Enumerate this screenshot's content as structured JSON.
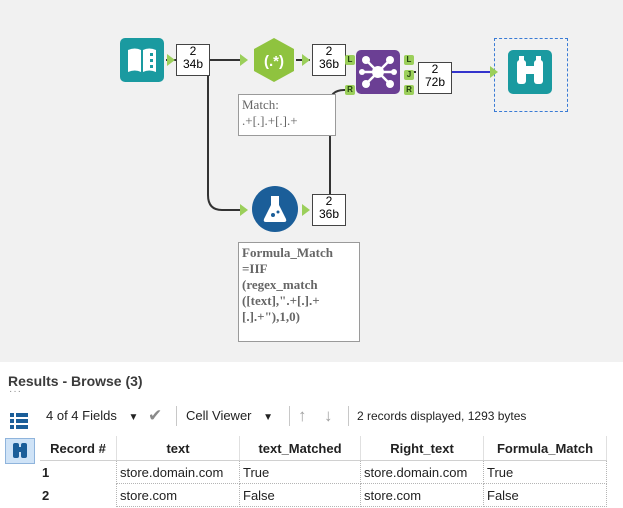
{
  "canvas": {
    "input_count": {
      "records": "2",
      "size": "34b"
    },
    "regex_count": {
      "records": "2",
      "size": "36b"
    },
    "formula_count": {
      "records": "2",
      "size": "36b"
    },
    "join_count": {
      "records": "2",
      "size": "72b"
    },
    "regex_annotation": "Match:\n.+[.].+[.].+",
    "formula_annotation": "Formula_Match\n=IIF\n(regex_match\n([text],\".+[.].+\n[.].+\"),1,0)",
    "join_anchor_L_in": "L",
    "join_anchor_R_in": "R",
    "join_anchor_L_out": "L",
    "join_anchor_J_out": "J",
    "join_anchor_R_out": "R",
    "colors": {
      "input": "#1a9aa0",
      "regex": "#8fc33f",
      "join": "#6b3f94",
      "formula": "#1b5e99",
      "browse": "#1a9aa0",
      "wire": "#333333",
      "selected_wire": "#3333cc"
    }
  },
  "results": {
    "title": "Results - Browse (3)",
    "fields_selector": "4 of 4 Fields",
    "viewer_selector": "Cell Viewer",
    "status": "2 records displayed, 1293 bytes",
    "columns": [
      "Record #",
      "text",
      "text_Matched",
      "Right_text",
      "Formula_Match"
    ],
    "rows": [
      [
        "1",
        "store.domain.com",
        "True",
        "store.domain.com",
        "True"
      ],
      [
        "2",
        "store.com",
        "False",
        "store.com",
        "False"
      ]
    ]
  }
}
